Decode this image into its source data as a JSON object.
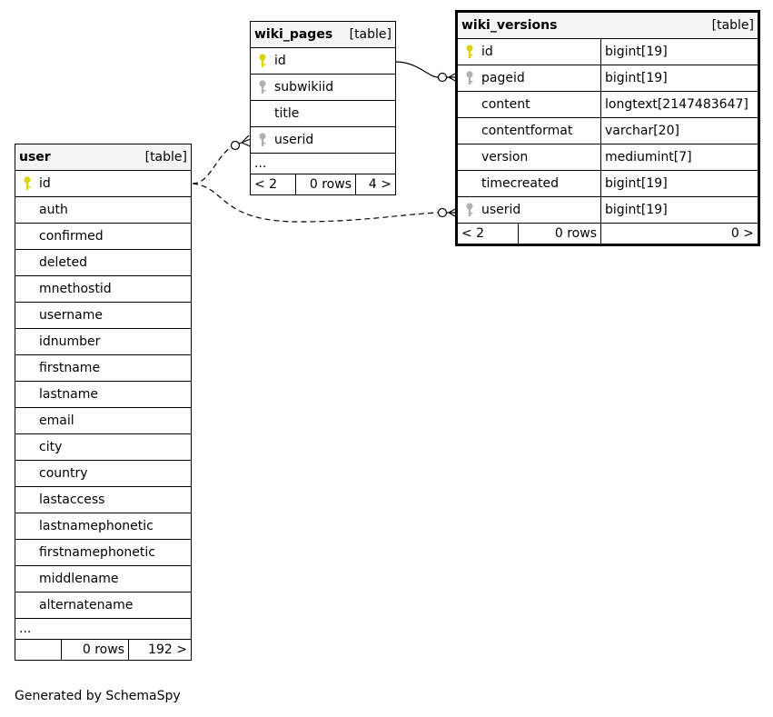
{
  "tables": {
    "wiki_pages": {
      "name": "wiki_pages",
      "type": "[table]",
      "columns": [
        {
          "name": "id",
          "key": "primary"
        },
        {
          "name": "subwikiid",
          "key": "foreign"
        },
        {
          "name": "title",
          "key": "none"
        },
        {
          "name": "userid",
          "key": "foreign"
        }
      ],
      "ellipsis": "...",
      "footer": {
        "parents": "< 2",
        "rows": "0 rows",
        "children": "4 >"
      }
    },
    "wiki_versions": {
      "name": "wiki_versions",
      "type": "[table]",
      "columns": [
        {
          "name": "id",
          "key": "primary",
          "datatype": "bigint[19]"
        },
        {
          "name": "pageid",
          "key": "foreign",
          "datatype": "bigint[19]"
        },
        {
          "name": "content",
          "key": "none",
          "datatype": "longtext[2147483647]"
        },
        {
          "name": "contentformat",
          "key": "none",
          "datatype": "varchar[20]"
        },
        {
          "name": "version",
          "key": "none",
          "datatype": "mediumint[7]"
        },
        {
          "name": "timecreated",
          "key": "none",
          "datatype": "bigint[19]"
        },
        {
          "name": "userid",
          "key": "foreign",
          "datatype": "bigint[19]"
        }
      ],
      "footer": {
        "parents": "< 2",
        "rows": "0 rows",
        "children": "0 >"
      }
    },
    "user": {
      "name": "user",
      "type": "[table]",
      "columns": [
        {
          "name": "id",
          "key": "primary"
        },
        {
          "name": "auth",
          "key": "none"
        },
        {
          "name": "confirmed",
          "key": "none"
        },
        {
          "name": "deleted",
          "key": "none"
        },
        {
          "name": "mnethostid",
          "key": "none"
        },
        {
          "name": "username",
          "key": "none"
        },
        {
          "name": "idnumber",
          "key": "none"
        },
        {
          "name": "firstname",
          "key": "none"
        },
        {
          "name": "lastname",
          "key": "none"
        },
        {
          "name": "email",
          "key": "none"
        },
        {
          "name": "city",
          "key": "none"
        },
        {
          "name": "country",
          "key": "none"
        },
        {
          "name": "lastaccess",
          "key": "none"
        },
        {
          "name": "lastnamephonetic",
          "key": "none"
        },
        {
          "name": "firstnamephonetic",
          "key": "none"
        },
        {
          "name": "middlename",
          "key": "none"
        },
        {
          "name": "alternatename",
          "key": "none"
        }
      ],
      "ellipsis": "...",
      "footer": {
        "parents": "",
        "rows": "0 rows",
        "children": "192 >"
      }
    }
  },
  "relationships": [
    {
      "from": "wiki_versions.pageid",
      "to": "wiki_pages.id",
      "style": "solid"
    },
    {
      "from": "wiki_pages.userid",
      "to": "user.id",
      "style": "dashed"
    },
    {
      "from": "wiki_versions.userid",
      "to": "user.id",
      "style": "dashed"
    }
  ],
  "colors": {
    "primary_key": "#d9d400",
    "foreign_key": "#b0b0b0",
    "header_bg": "#f4f4f4"
  },
  "footer_note": "Generated by SchemaSpy"
}
